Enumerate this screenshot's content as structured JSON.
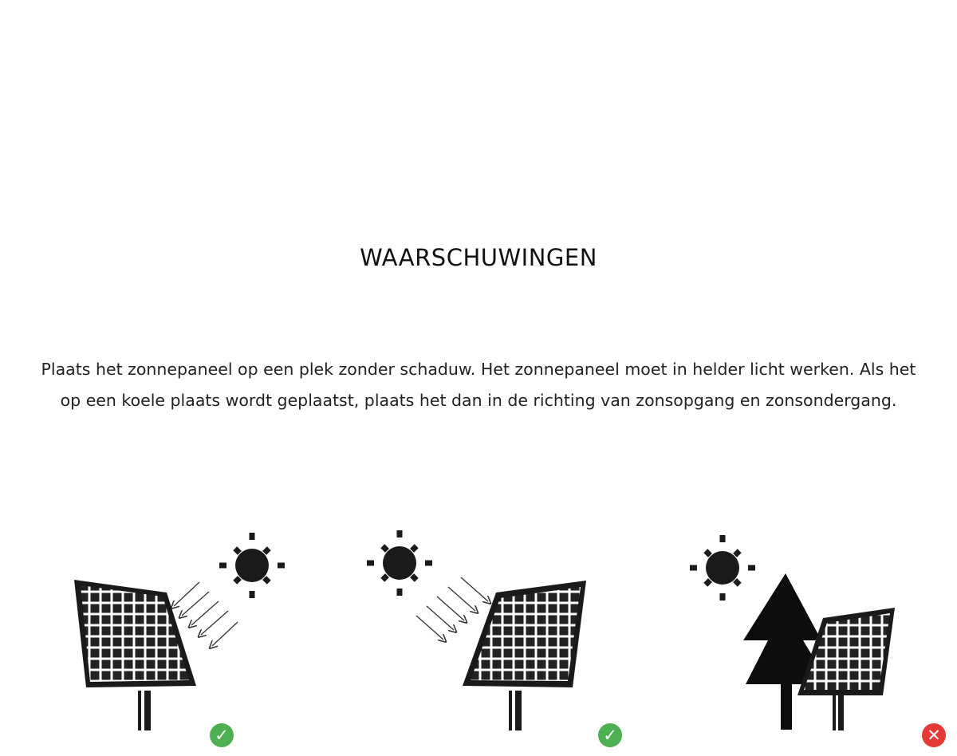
{
  "heading": "WAARSCHUWINGEN",
  "paragraph": {
    "line1": "Plaats het zonnepaneel op een plek zonder schaduw. Het zonnepaneel moet in helder licht werken. Als het",
    "line2": "op een koele plaats wordt geplaatst, plaats het dan in de richting van zonsopgang en zonsondergang."
  },
  "illustrations": [
    {
      "icons": [
        "solar-panel-icon",
        "sun-icon",
        "sun-rays-icon"
      ],
      "status": "correct",
      "status_icon": "check-icon",
      "status_color": "#4caf50"
    },
    {
      "icons": [
        "solar-panel-icon",
        "sun-icon",
        "sun-rays-icon"
      ],
      "status": "correct",
      "status_icon": "check-icon",
      "status_color": "#4caf50"
    },
    {
      "icons": [
        "solar-panel-icon",
        "sun-icon",
        "tree-icon"
      ],
      "status": "incorrect",
      "status_icon": "cross-icon",
      "status_color": "#e53935"
    }
  ],
  "glyphs": {
    "check": "✓",
    "cross": "✕"
  }
}
